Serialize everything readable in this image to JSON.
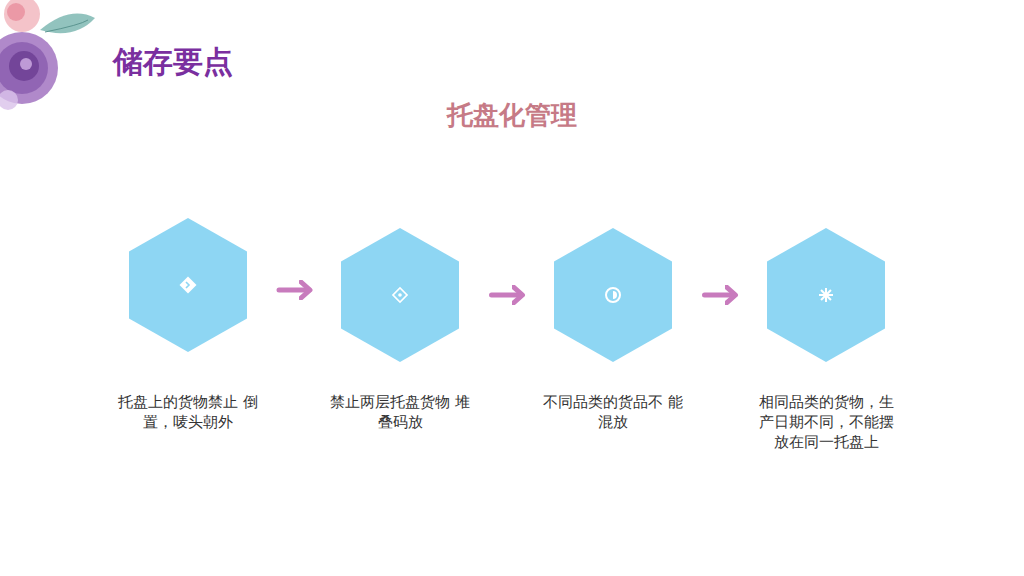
{
  "diagram": {
    "title": "储存要点",
    "nodes": [
      {
        "text": [
          "托盘上的货物禁止 倒置，唛头朝外"
        ]
      },
      {
        "text": [
          "禁止两层托盘货物 堆叠码放"
        ]
      },
      {
        "text": [
          "不同品类的货品不 能混放"
        ]
      },
      {
        "text": [
          "相同品类的货物，生 产日期不同，不能摆 放在同一托盘上"
        ]
      }
    ],
    "edges": [
      {
        "from": 0,
        "to": 1,
        "arrow": "to"
      },
      {
        "from": 1,
        "to": 2,
        "arrow": "to"
      },
      {
        "from": 2,
        "to": 3,
        "arrow": "to"
      }
    ],
    "labels": [
      "托盘化管理"
    ]
  }
}
